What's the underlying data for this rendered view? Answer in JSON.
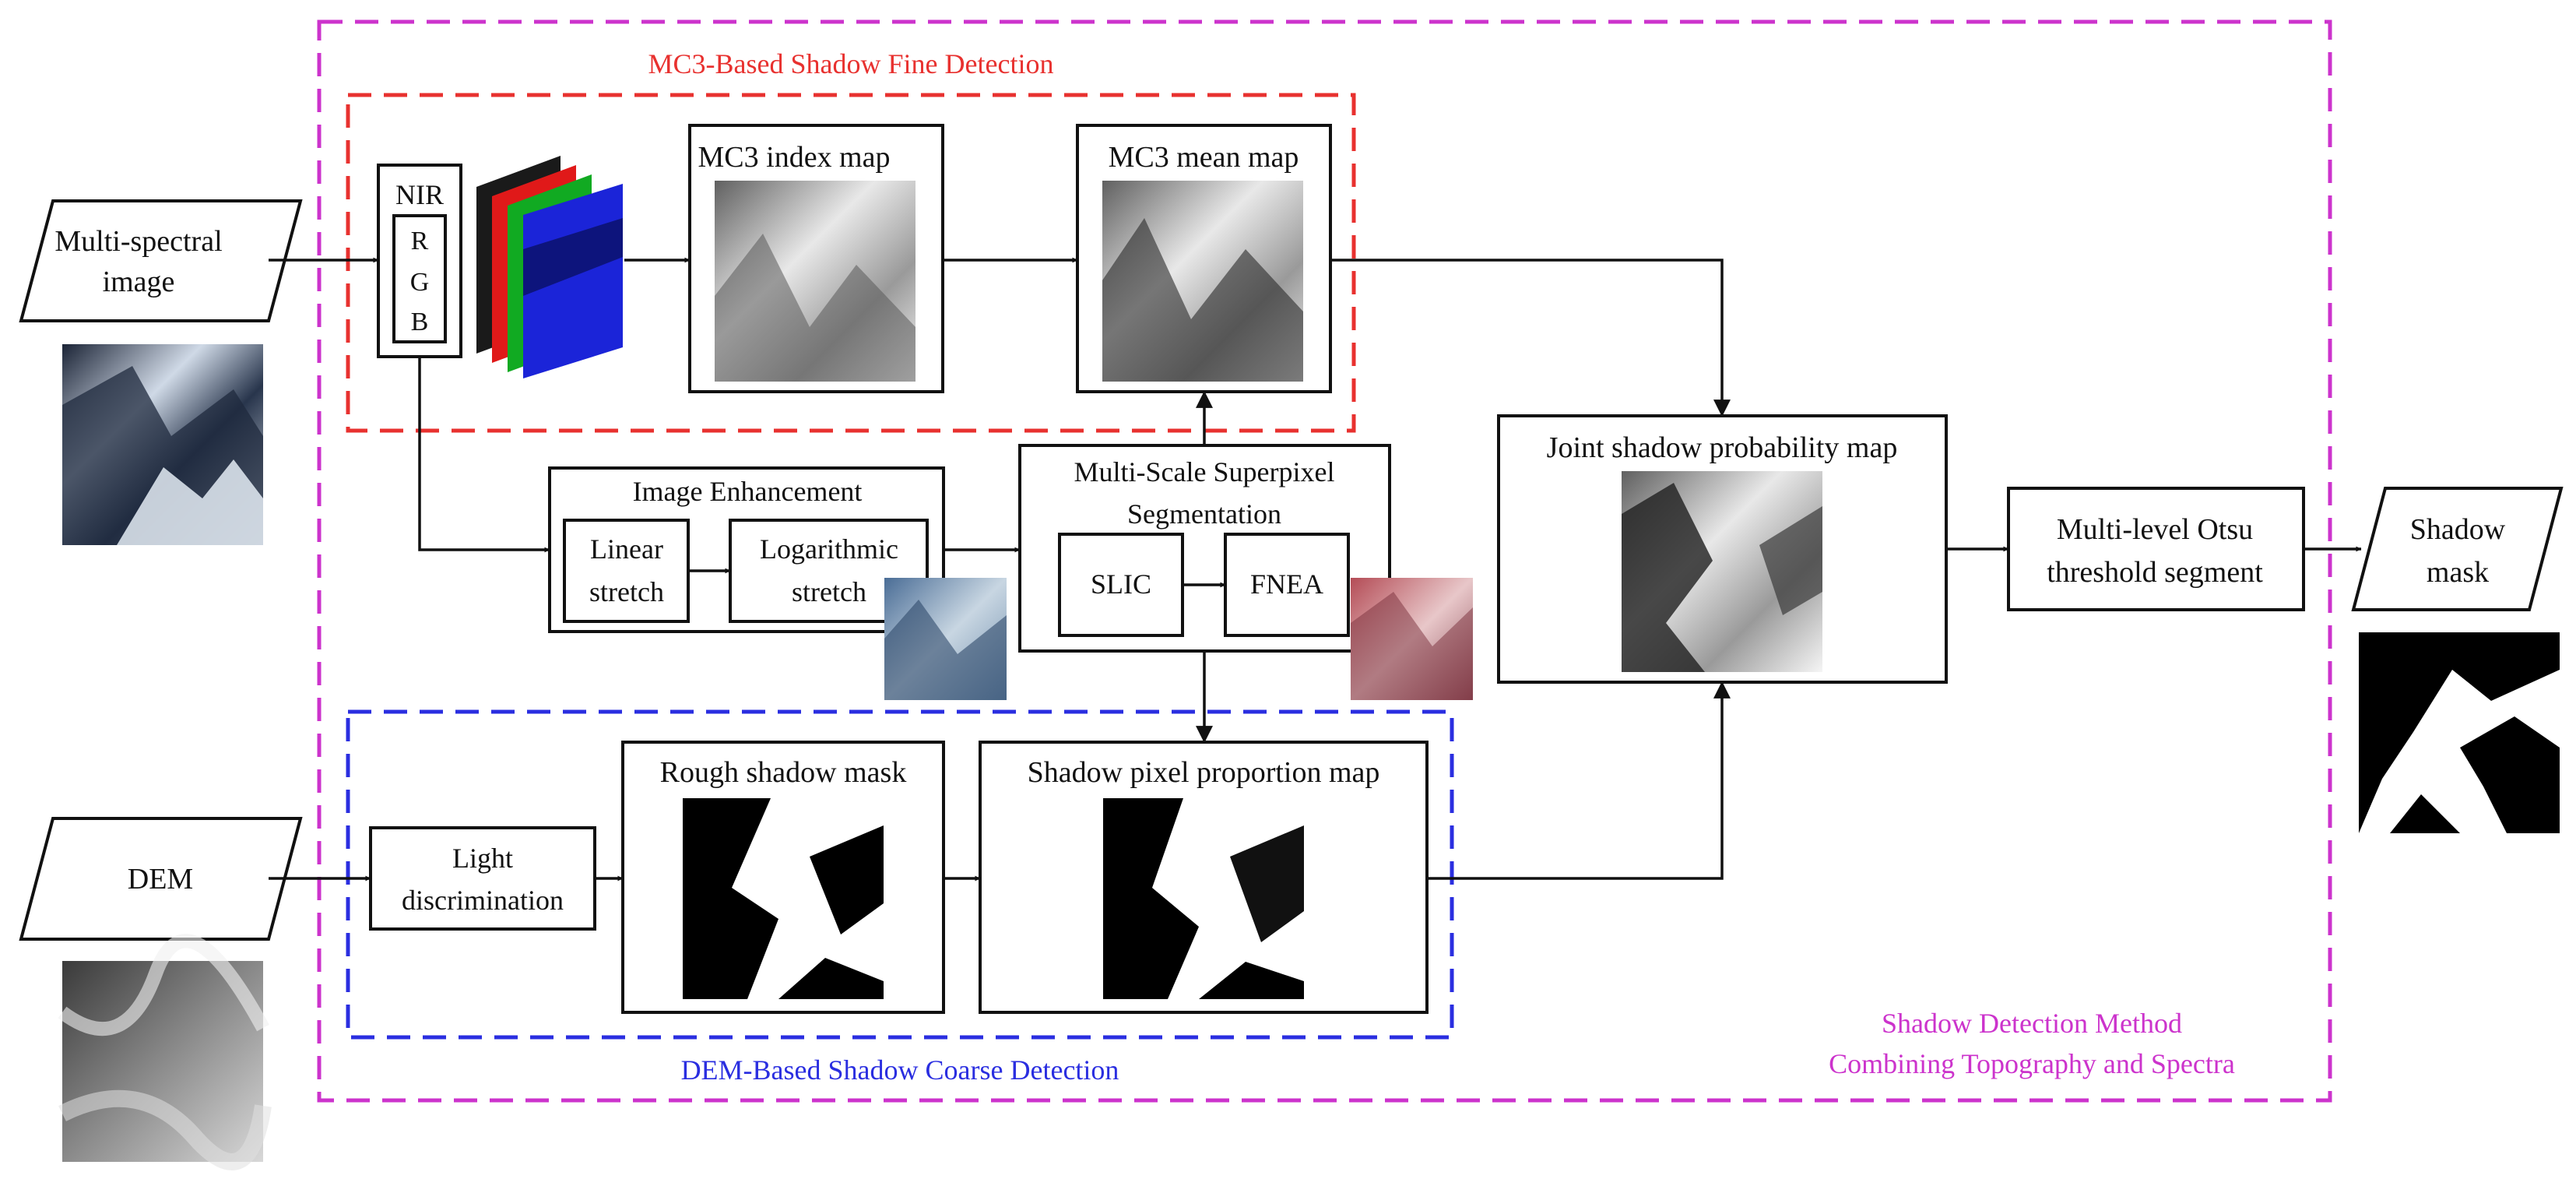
{
  "regions": {
    "outer": {
      "title_line1": "Shadow Detection Method",
      "title_line2": "Combining Topography and Spectra",
      "color": "#cc33cc"
    },
    "fine": {
      "title": "MC3-Based Shadow Fine Detection",
      "color": "#e8312f"
    },
    "coarse": {
      "title": "DEM-Based Shadow Coarse Detection",
      "color": "#2a2ee0"
    }
  },
  "inputs": {
    "multispectral": {
      "line1": "Multi-spectral",
      "line2": "image"
    },
    "dem": {
      "label": "DEM"
    }
  },
  "bands": {
    "nir": "NIR",
    "r": "R",
    "g": "G",
    "b": "B"
  },
  "nodes": {
    "mc3_index": "MC3 index map",
    "mc3_mean": "MC3 mean map",
    "enhancement": {
      "title": "Image Enhancement",
      "linear_1": "Linear",
      "linear_2": "stretch",
      "log_1": "Logarithmic",
      "log_2": "stretch"
    },
    "superpixel": {
      "title_1": "Multi-Scale Superpixel",
      "title_2": "Segmentation",
      "slic": "SLIC",
      "fnea": "FNEA"
    },
    "light": {
      "line1": "Light",
      "line2": "discrimination"
    },
    "rough": "Rough shadow mask",
    "proportion": "Shadow pixel proportion map",
    "joint": "Joint shadow probability map",
    "otsu": {
      "line1": "Multi-level Otsu",
      "line2": "threshold segment"
    }
  },
  "output": {
    "line1": "Shadow",
    "line2": "mask"
  }
}
